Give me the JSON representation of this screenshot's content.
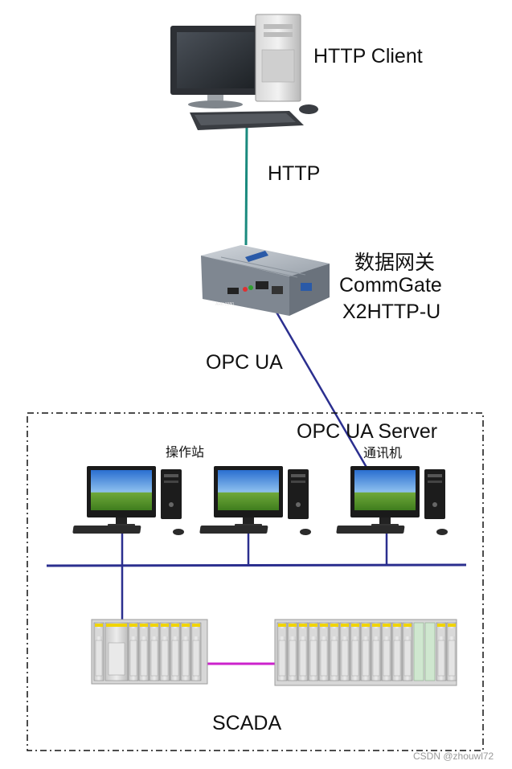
{
  "labels": {
    "http_client": "HTTP Client",
    "http": "HTTP",
    "gateway_cn": "数据网关",
    "gateway_name": "CommGate",
    "gateway_model": "X2HTTP-U",
    "opc_ua": "OPC UA",
    "opc_ua_server": "OPC UA Server",
    "operator_station": "操作站",
    "comm_machine": "通讯机",
    "scada": "SCADA"
  },
  "gateway_device_text": "ARK-3380",
  "watermark": "CSDN @zhouwl72",
  "colors": {
    "http_link": "#1a8a7e",
    "opc_link": "#2b2f8f",
    "network_bus": "#2b2f8f",
    "plc_link": "#cc22cc",
    "boundary": "#111111"
  }
}
